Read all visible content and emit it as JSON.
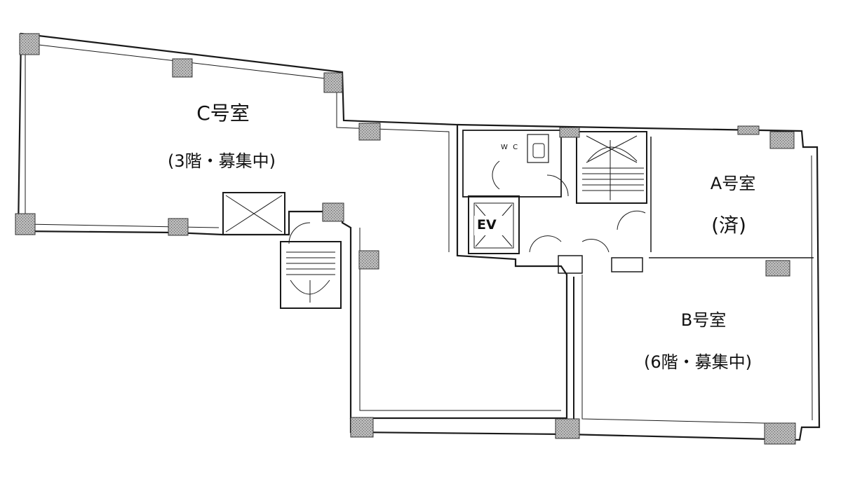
{
  "rooms": {
    "c": {
      "name": "C号室",
      "status": "(3階・募集中)"
    },
    "a": {
      "name": "A号室",
      "status": "(済)"
    },
    "b": {
      "name": "B号室",
      "status": "(6階・募集中)"
    }
  },
  "fixtures": {
    "elevator": "EV",
    "toilet": "W C"
  },
  "colors": {
    "wall": "#1a1a1a",
    "column_fill": "#9a9a9a",
    "paper": "#ffffff"
  }
}
